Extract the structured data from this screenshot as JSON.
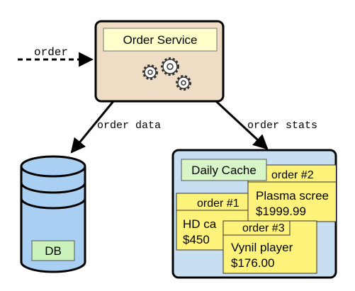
{
  "incoming_label": "order",
  "service": {
    "title": "Order Service",
    "icon": "gears-icon"
  },
  "edges": {
    "to_db": "order data",
    "to_cache": "order stats"
  },
  "db": {
    "label": "DB"
  },
  "cache": {
    "title": "Daily Cache",
    "cards": [
      {
        "header": "order #1",
        "line1": "HD ca",
        "line2": "$450"
      },
      {
        "header": "order #2",
        "line1": "Plasma scree",
        "line2": "$1999.99"
      },
      {
        "header": "order #3",
        "line1": "Vynil player",
        "line2": "$176.00"
      }
    ]
  },
  "colors": {
    "service_fill": "#eedcc4",
    "label_fill": "#ffffcc",
    "db_fill": "#a9cff2",
    "db_label_fill": "#ccf2bb",
    "cache_fill": "#c7dff1",
    "cache_label_fill": "#d8f5c8",
    "card_fill": "#fdf27a"
  }
}
